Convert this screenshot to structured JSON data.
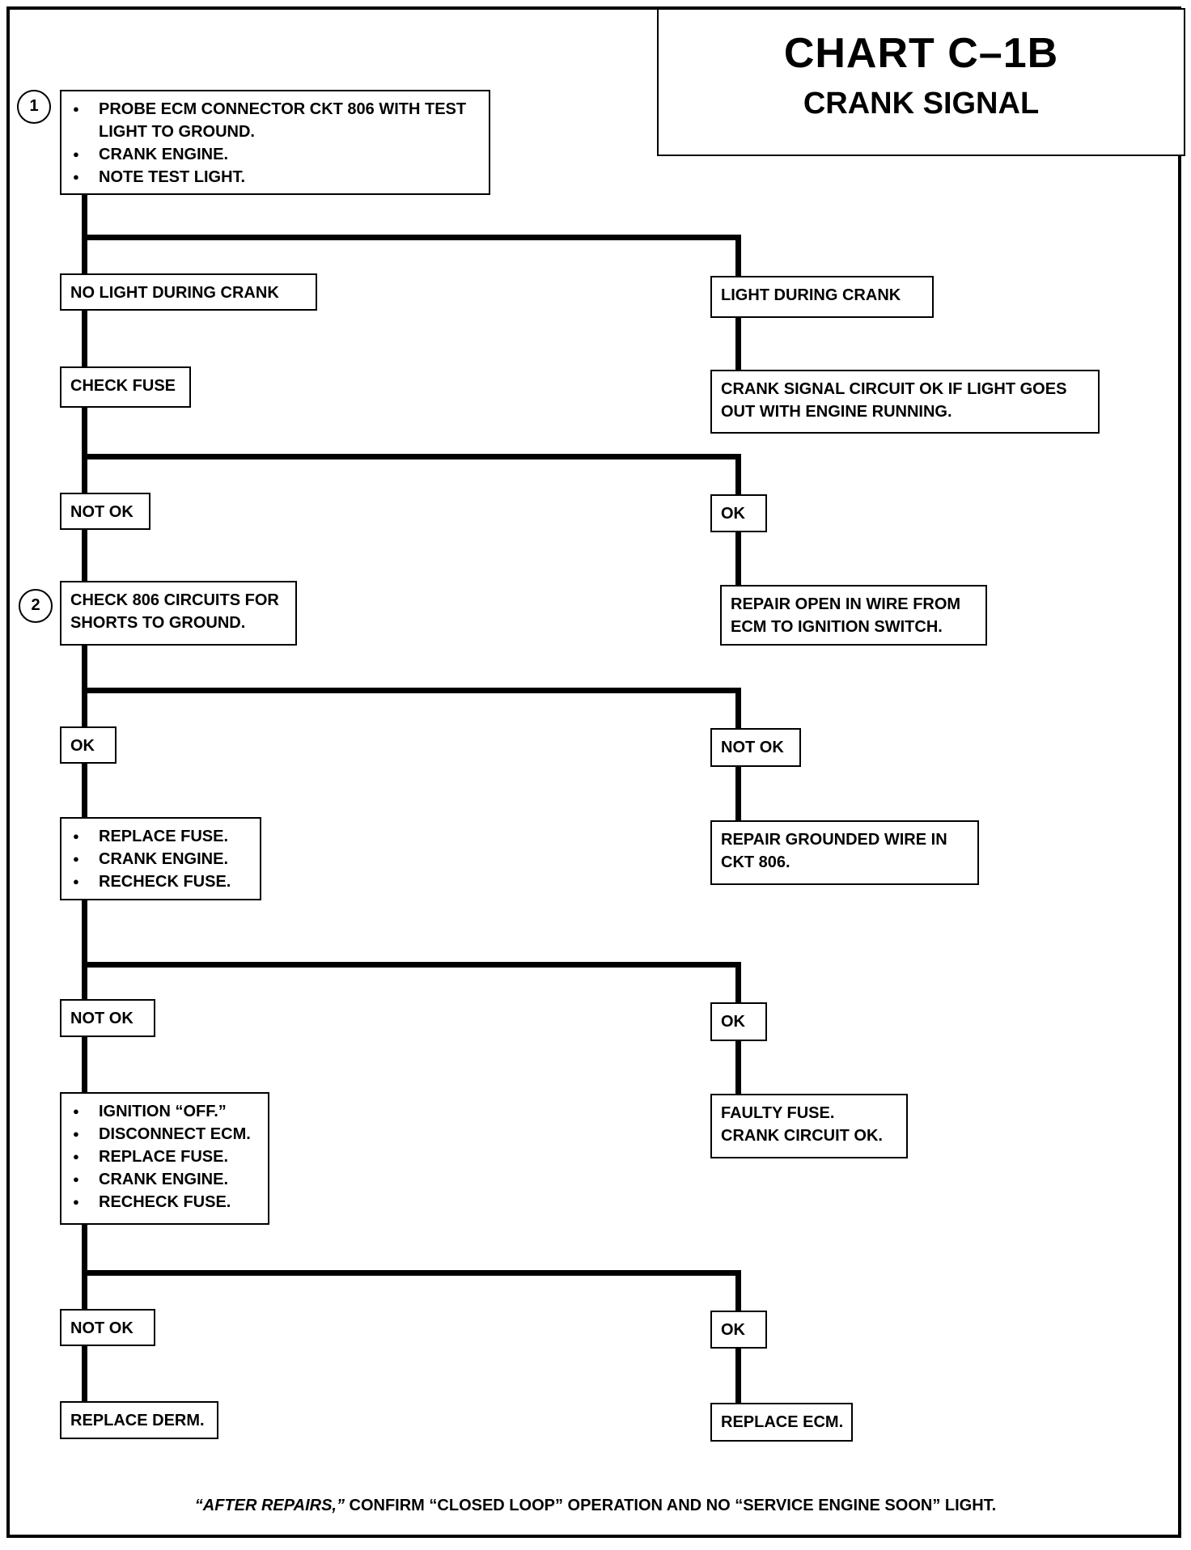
{
  "title": {
    "line1": "CHART C–1B",
    "line2": "CRANK SIGNAL"
  },
  "markers": [
    "1",
    "2"
  ],
  "step1": {
    "items": [
      "PROBE ECM CONNECTOR CKT 806 WITH TEST LIGHT TO GROUND.",
      "CRANK ENGINE.",
      "NOTE TEST LIGHT."
    ]
  },
  "no_light": "NO LIGHT DURING CRANK",
  "light": "LIGHT DURING CRANK",
  "crank_ok": [
    "CRANK SIGNAL CIRCUIT OK IF LIGHT GOES",
    "OUT WITH ENGINE RUNNING."
  ],
  "check_fuse": "CHECK FUSE",
  "fuse_not_ok": "NOT OK",
  "fuse_ok": "OK",
  "step2": [
    "CHECK 806 CIRCUITS FOR",
    "SHORTS TO GROUND."
  ],
  "repair_open": [
    "REPAIR OPEN IN WIRE FROM",
    "ECM TO IGNITION SWITCH."
  ],
  "short_ok": "OK",
  "short_not_ok": "NOT OK",
  "replace_fuse_steps": [
    "REPLACE FUSE.",
    "CRANK ENGINE.",
    "RECHECK FUSE."
  ],
  "repair_grounded": [
    "REPAIR GROUNDED WIRE IN",
    "CKT 806."
  ],
  "recheck_not_ok": "NOT OK",
  "recheck_ok": "OK",
  "faulty_fuse": [
    "FAULTY FUSE.",
    "CRANK CIRCUIT OK."
  ],
  "ignition_steps": [
    "IGNITION “OFF.”",
    "DISCONNECT ECM.",
    "REPLACE FUSE.",
    "CRANK ENGINE.",
    "RECHECK FUSE."
  ],
  "final_not_ok": "NOT OK",
  "final_ok": "OK",
  "replace_derm": "REPLACE DERM.",
  "replace_ecm": "REPLACE ECM.",
  "footnote": {
    "emphasis": "“AFTER REPAIRS,”",
    "text": " CONFIRM “CLOSED LOOP” OPERATION AND NO “SERVICE ENGINE SOON” LIGHT."
  }
}
